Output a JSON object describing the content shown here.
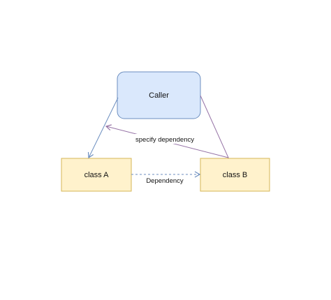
{
  "colors": {
    "caller_fill": "#dae8fc",
    "caller_stroke": "#6c8ebf",
    "class_fill": "#fff2cc",
    "class_stroke": "#d6b656",
    "edge_blue": "#6c8ebf",
    "edge_purple": "#9673a6",
    "background": "#ffffff"
  },
  "nodes": {
    "caller": {
      "label": "Caller",
      "shape": "rounded-rectangle"
    },
    "class_a": {
      "label": "class A",
      "shape": "rectangle"
    },
    "class_b": {
      "label": "class B",
      "shape": "rectangle"
    }
  },
  "edges": {
    "caller_to_a": {
      "from": "Caller",
      "to": "class A",
      "style": "solid",
      "arrow": "open"
    },
    "b_to_caller": {
      "from": "class B",
      "to": "Caller",
      "style": "solid",
      "arrow": "open",
      "label": "specify dependency"
    },
    "a_to_b": {
      "from": "class A",
      "to": "class B",
      "style": "dashed",
      "arrow": "open",
      "label": "Dependency"
    }
  }
}
